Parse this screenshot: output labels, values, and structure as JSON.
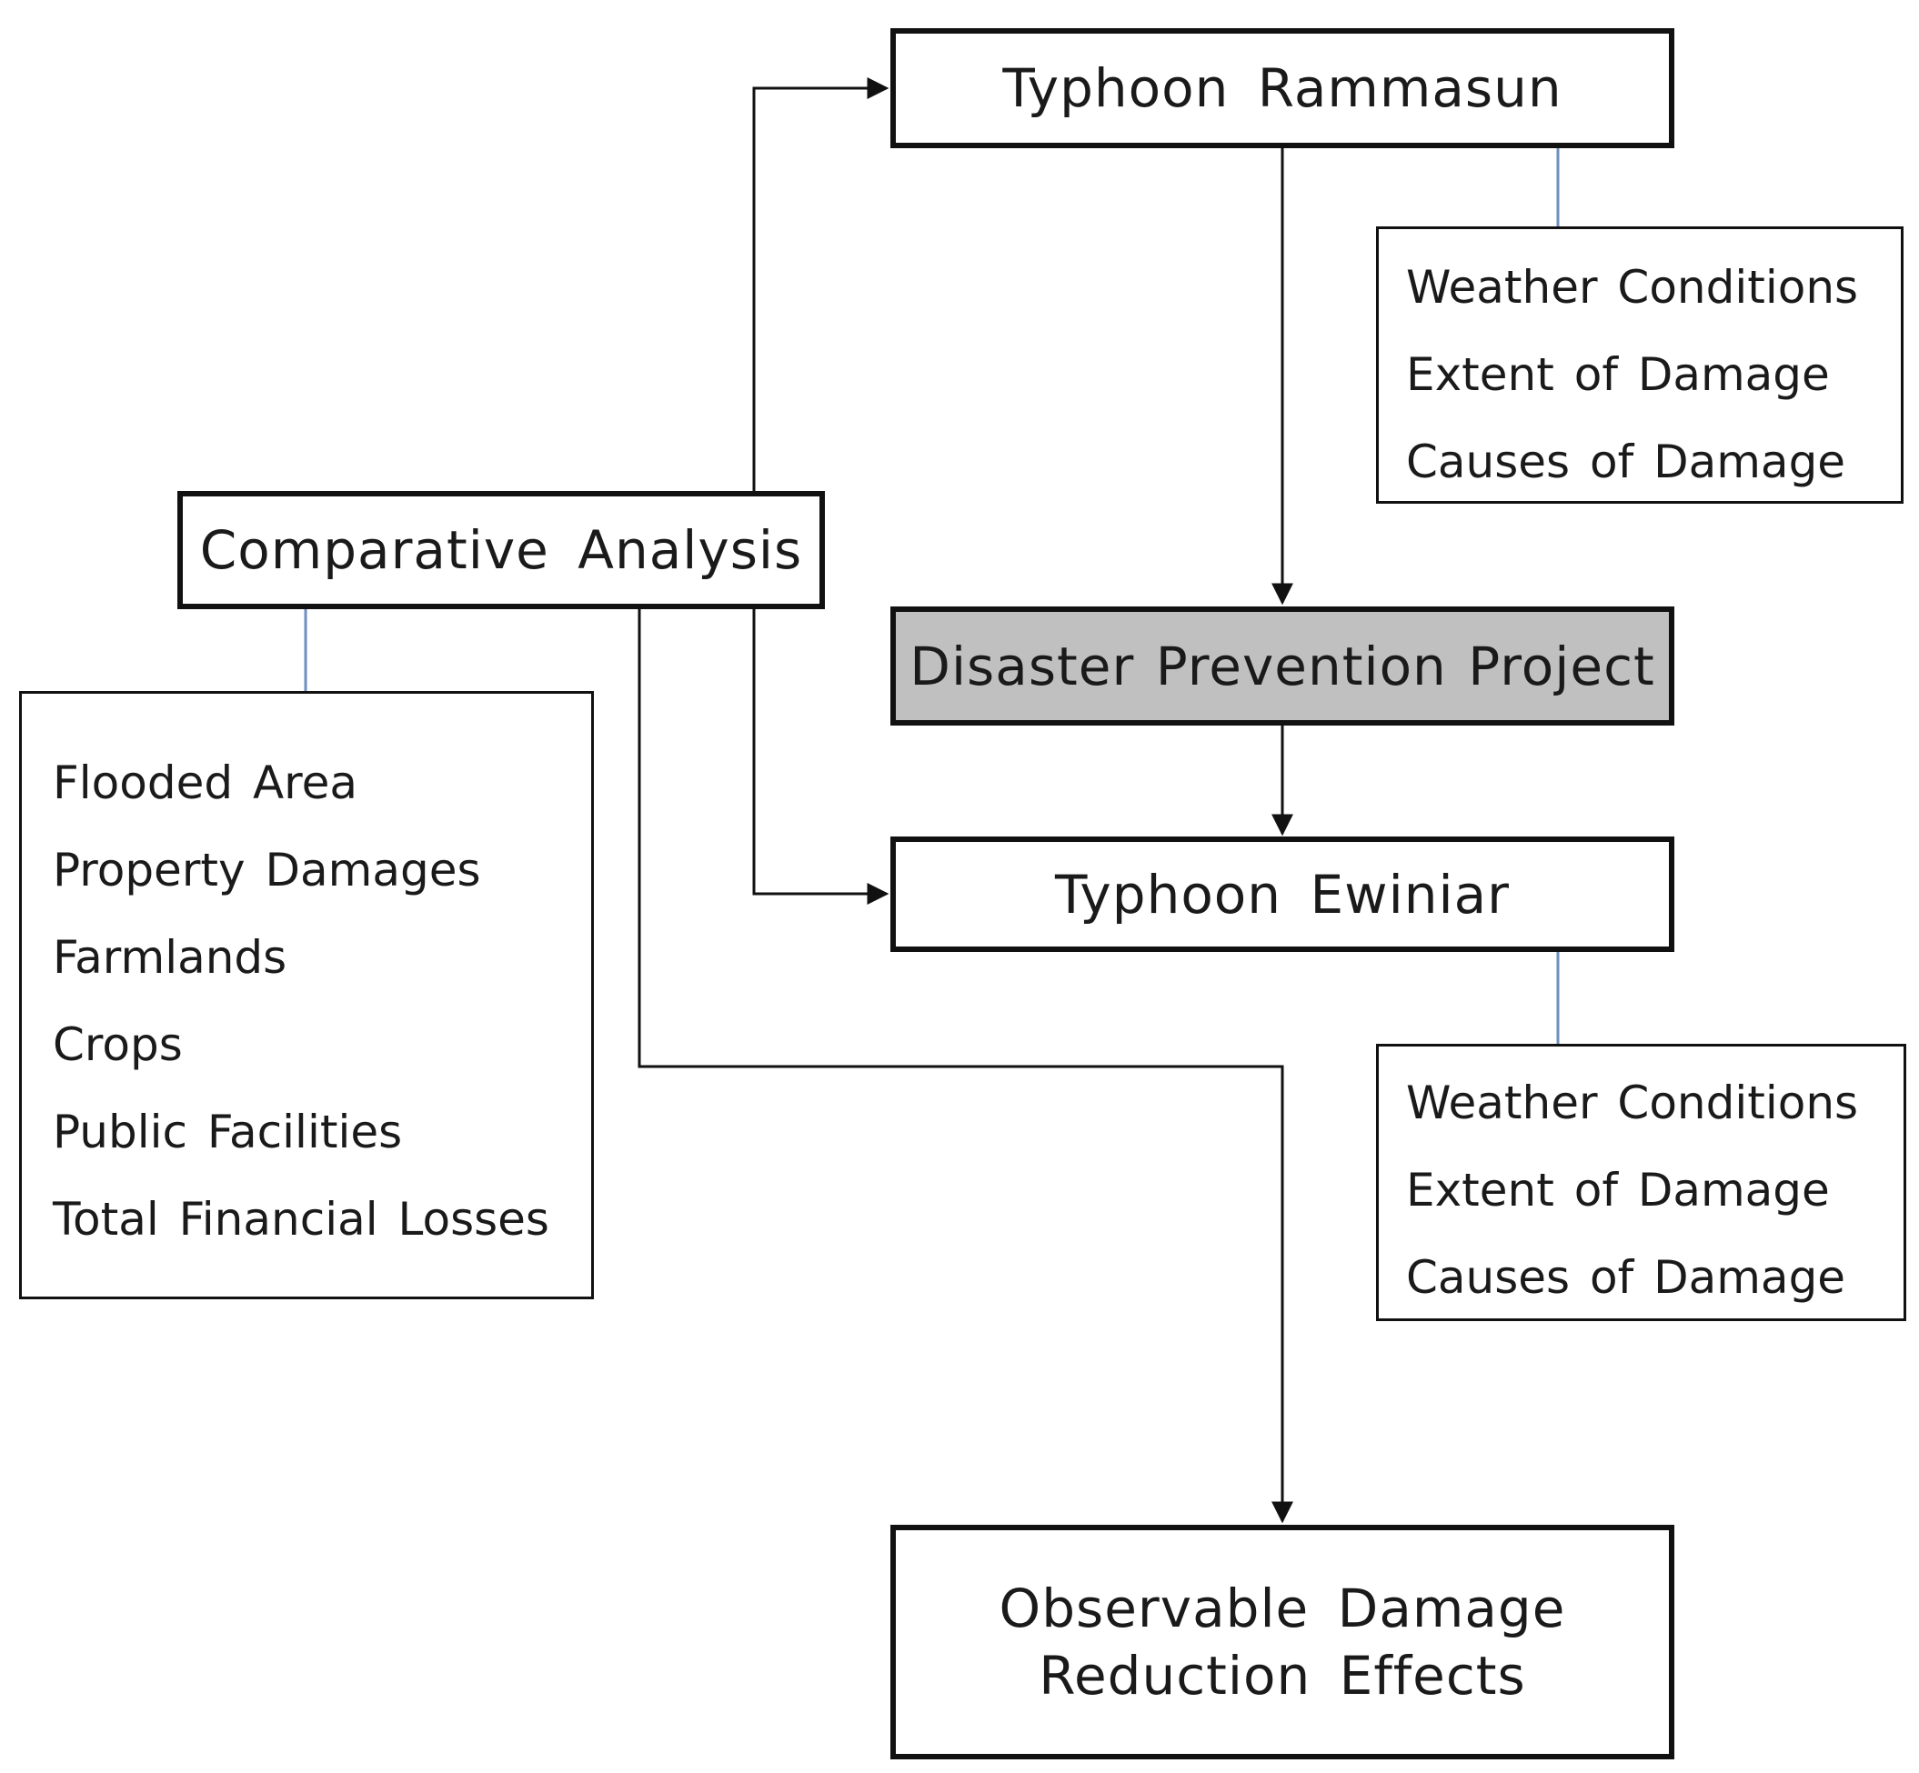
{
  "nodes": {
    "rammasun": "Typhoon Rammasun",
    "comparative": "Comparative Analysis",
    "prevention": "Disaster Prevention Project",
    "ewiniar": "Typhoon Ewiniar",
    "effects_line1": "Observable Damage",
    "effects_line2": "Reduction Effects"
  },
  "attributes": {
    "rammasun": [
      "Weather Conditions",
      "Extent of Damage",
      "Causes of Damage"
    ],
    "ewiniar": [
      "Weather Conditions",
      "Extent of Damage",
      "Causes of Damage"
    ],
    "comparative": [
      "Flooded Area",
      "Property Damages",
      "Farmlands",
      "Crops",
      "Public Facilities",
      "Total Financial Losses"
    ]
  },
  "colors": {
    "arrow": "#111111",
    "attribute_link": "#6f8fc0",
    "highlight_fill": "#c0c0c0"
  }
}
